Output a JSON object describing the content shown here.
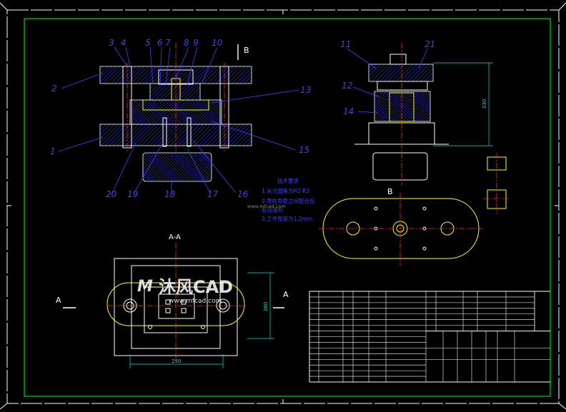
{
  "labels": {
    "section_b_title": "B",
    "b_view_label": "B",
    "section_aa_title": "A-A",
    "arrow_a_left": "A",
    "arrow_a_right": "A"
  },
  "part_numbers": [
    "1",
    "2",
    "3",
    "4",
    "5",
    "6",
    "7",
    "8",
    "9",
    "10",
    "11",
    "12",
    "13",
    "14",
    "15",
    "16",
    "17",
    "18",
    "19",
    "20",
    "21"
  ],
  "tech_requirements": {
    "title": "技术要求",
    "line1": "1.未注圆角为R2-R3",
    "line2": "2.导柱导套之间配合应",
    "line3": "有润滑剂",
    "line4": "3.工件厚度为1.2mm"
  },
  "dimensions": {
    "height_right": "230",
    "plan_height": "200",
    "plan_width": "250"
  },
  "watermark": {
    "brand": "沐风CAD",
    "url": "www.mfcad.com",
    "small": "www.mfcad.com"
  },
  "colors": {
    "frame": "#ffffff",
    "border_green": "#00ff00",
    "outline_yellow": "#ffff00",
    "centerline_red": "#ff2a2a",
    "leader_blue": "#4040ff"
  }
}
